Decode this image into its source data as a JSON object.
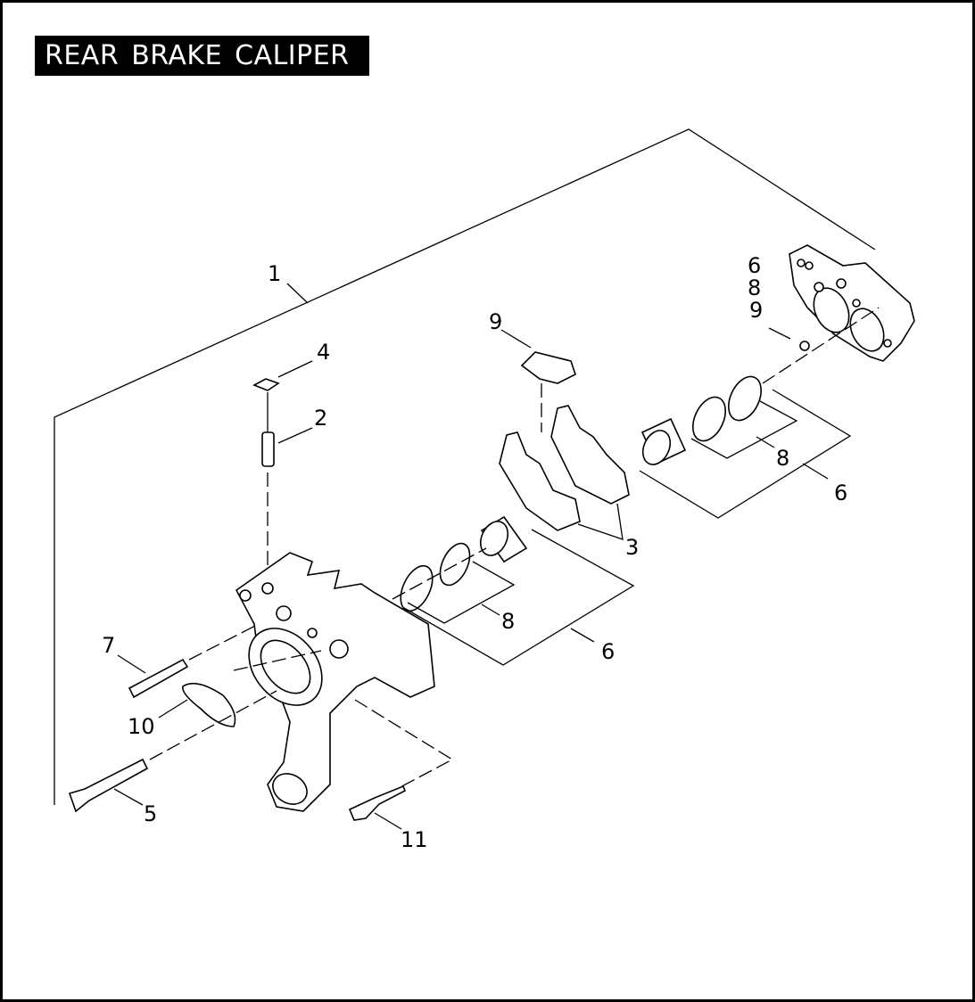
{
  "title": "REAR BRAKE CALIPER",
  "callouts": [
    "1",
    "4",
    "2",
    "9",
    "6",
    "8",
    "9",
    "3",
    "8",
    "6",
    "8",
    "6",
    "7",
    "10",
    "5",
    "11"
  ]
}
